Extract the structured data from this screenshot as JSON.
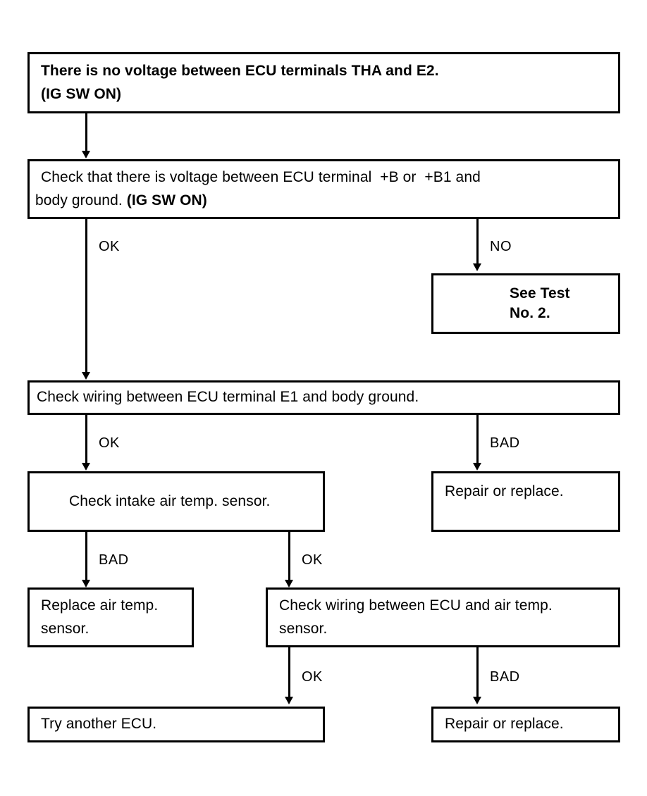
{
  "diagram": {
    "title": "ECU Intake Air Temperature Circuit Troubleshooting Flowchart",
    "type": "flowchart",
    "line_color": "#000000",
    "background_color": "#ffffff"
  },
  "nodes": {
    "symptom": {
      "line1": "There is no voltage between ECU terminals THA and E2.",
      "line2": "(IG SW ON)"
    },
    "check_b_voltage": {
      "line1": "Check that there is voltage between ECU terminal  +B or  +B1 and",
      "line2_normal": "body ground. ",
      "line2_bold": "(IG SW ON)"
    },
    "see_test": {
      "line1": "See Test",
      "line2": "No. 2."
    },
    "check_e1_wiring": {
      "line1": "Check wiring between ECU terminal E1 and body ground."
    },
    "repair_replace_e1": {
      "line1": "Repair or replace."
    },
    "check_intake_sensor": {
      "line1": "Check intake air temp. sensor."
    },
    "replace_sensor": {
      "line1": "Replace air temp.",
      "line2": "sensor."
    },
    "check_ecu_sensor_wiring": {
      "line1": "Check wiring between ECU and air temp.",
      "line2": "sensor."
    },
    "try_another_ecu": {
      "line1": "Try another ECU."
    },
    "repair_replace_wiring": {
      "line1": "Repair or replace."
    }
  },
  "edges": {
    "symptom_to_check_b": "",
    "check_b_ok": "OK",
    "check_b_no": "NO",
    "check_e1_ok": "OK",
    "check_e1_bad": "BAD",
    "intake_bad": "BAD",
    "intake_ok": "OK",
    "wiring_ok": "OK",
    "wiring_bad": "BAD"
  }
}
